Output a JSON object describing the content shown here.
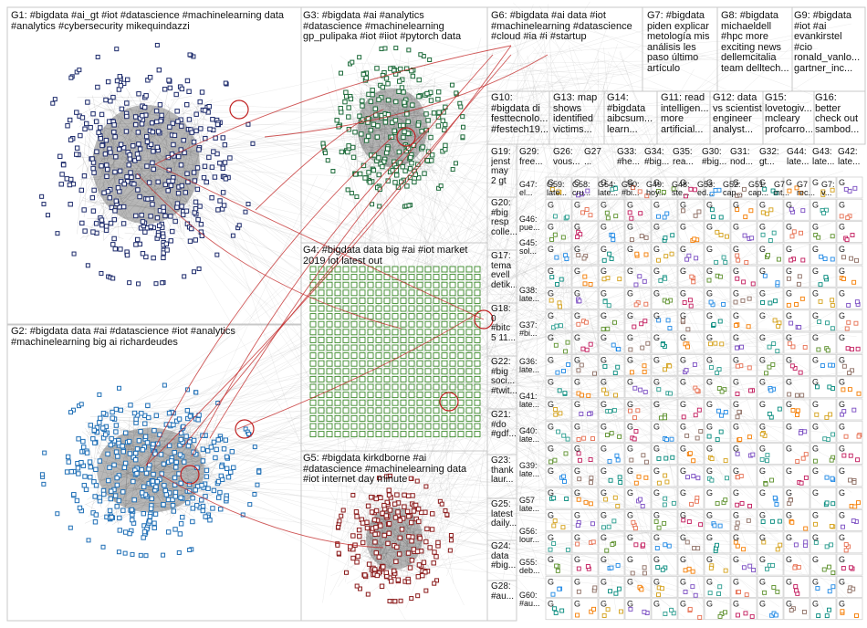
{
  "colors": {
    "background": "#ffffff",
    "box_border": "#c8c8c8",
    "edge_gray": "#9a9a9a",
    "edge_red": "#c02020",
    "g1_node": "#1c2a6b",
    "g2_node": "#1f6fb6",
    "g3_node": "#1d6b3a",
    "g4_node": "#3b8a2a",
    "g5_node": "#8b1b1b"
  },
  "groups": [
    {
      "id": "G1",
      "label": "G1: #bigdata #ai_gt #iot #datascience #machinelearning data\n#analytics #cybersecurity mikequindazzi"
    },
    {
      "id": "G2",
      "label": "G2: #bigdata data #ai #datascience #iot #analytics\n#machinelearning big ai richardeudes"
    },
    {
      "id": "G3",
      "label": "G3: #bigdata #ai #analytics\n#datascience #machinelearning\ngp_pulipaka #iot #iiot #pytorch data"
    },
    {
      "id": "G4",
      "label": "G4: #bigdata data big #ai #iot market\n2019 iot latest out"
    },
    {
      "id": "G5",
      "label": "G5: #bigdata kirkdborne #ai\n#datascience #machinelearning data\n#iot internet day minute"
    },
    {
      "id": "G6",
      "label": "G6: #bigdata #ai data #iot\n#machinelearning #datascience\n#cloud #ia #i #startup"
    },
    {
      "id": "G7",
      "label": "G7: #bigdata\npiden explicar\nmetología mis\nanálisis les\npaso último\nartículo"
    },
    {
      "id": "G8",
      "label": "G8: #bigdata\nmichaeldell\n#hpc more\nexciting news\ndellemcitalia\nteam delltech..."
    },
    {
      "id": "G9",
      "label": "G9: #bigdata\n#iot #ai\nevankirstel\n#cio\nronald_vanlo...\ngartner_inc..."
    },
    {
      "id": "G10",
      "label": "G10:\n#bigdata di\nfesttecnolo...\n#festech19..."
    },
    {
      "id": "G13",
      "label": "G13: map\nshows\nidentified\nvictims..."
    },
    {
      "id": "G14",
      "label": "G14:\n#bigdata\naibcsum...\nlearn..."
    },
    {
      "id": "G11",
      "label": "G11: read\nintelligen...\nmore\nartificial..."
    },
    {
      "id": "G12",
      "label": "G12: data\nvs scientist\nengineer\nanalyst..."
    },
    {
      "id": "G15",
      "label": "G15:\nlovetogiv...\nmcleary\nprofcarro..."
    },
    {
      "id": "G16",
      "label": "G16:\nbetter\ncheck out\nsambod..."
    }
  ],
  "small_groups": [
    {
      "id": "G19",
      "label": "G19:\njenst\nmay\n2 gt"
    },
    {
      "id": "G29",
      "label": "G29:\nfree..."
    },
    {
      "id": "G26",
      "label": "G26:\nvous..."
    },
    {
      "id": "G27",
      "label": "G27\n..."
    },
    {
      "id": "G33",
      "label": "G33:\n#he..."
    },
    {
      "id": "G34",
      "label": "G34:\n#big..."
    },
    {
      "id": "G35",
      "label": "G35:\nrea..."
    },
    {
      "id": "G30",
      "label": "G30:\n#big..."
    },
    {
      "id": "G31",
      "label": "G31:\nnod..."
    },
    {
      "id": "G32",
      "label": "G32:\ngt..."
    },
    {
      "id": "G44",
      "label": "G44:\nlate..."
    },
    {
      "id": "G43",
      "label": "G43:\nlate..."
    },
    {
      "id": "G42",
      "label": "G42:\nlate..."
    },
    {
      "id": "G20",
      "label": "G20:\n#big\nresp\ncolle..."
    },
    {
      "id": "G47",
      "label": "G47:\nel..."
    },
    {
      "id": "G59",
      "label": "G59:\nlate..."
    },
    {
      "id": "G58",
      "label": "G58:\ncru..."
    },
    {
      "id": "G54",
      "label": "G54:\nlate..."
    },
    {
      "id": "G50",
      "label": "G50:\n#bi..."
    },
    {
      "id": "G49",
      "label": "G49:\nhoy..."
    },
    {
      "id": "G48",
      "label": "G48:\nste..."
    },
    {
      "id": "G53",
      "label": "G53:\ned..."
    },
    {
      "id": "G52",
      "label": "G52:\ncap..."
    },
    {
      "id": "G51",
      "label": "G51:\ncap..."
    },
    {
      "id": "G7b",
      "label": "G7\nint..."
    },
    {
      "id": "G7c",
      "label": "G7\nrec..."
    },
    {
      "id": "G7d",
      "label": "G7:\nv..."
    },
    {
      "id": "G17",
      "label": "G17:\ntema\nevell\ndetik..."
    },
    {
      "id": "G46",
      "label": "G46:\npue..."
    },
    {
      "id": "G45",
      "label": "G45:\nsol..."
    },
    {
      "id": "G38",
      "label": "G38:\nlate..."
    },
    {
      "id": "G18",
      "label": "G18:\n0\n#bitc\n5 11..."
    },
    {
      "id": "G37",
      "label": "G37:\n#bi..."
    },
    {
      "id": "G22",
      "label": "G22:\n#big\nsoci...\n#twit..."
    },
    {
      "id": "G36",
      "label": "G36:\nlate..."
    },
    {
      "id": "G41",
      "label": "G41:\nlate..."
    },
    {
      "id": "G21",
      "label": "G21:\n#do\n#gdf..."
    },
    {
      "id": "G40",
      "label": "G40:\nlate..."
    },
    {
      "id": "G39",
      "label": "G39:\nlate..."
    },
    {
      "id": "G23",
      "label": "G23:\nthank\nlaur..."
    },
    {
      "id": "G57",
      "label": "G57\nlate..."
    },
    {
      "id": "G25",
      "label": "G25:\nlatest\ndaily..."
    },
    {
      "id": "G56",
      "label": "G56:\nlour..."
    },
    {
      "id": "G24",
      "label": "G24:\ndata\n#big..."
    },
    {
      "id": "G55",
      "label": "G55:\ndeb..."
    },
    {
      "id": "G28",
      "label": "G28:\n#au..."
    },
    {
      "id": "G60",
      "label": "G60:\n#au..."
    }
  ]
}
